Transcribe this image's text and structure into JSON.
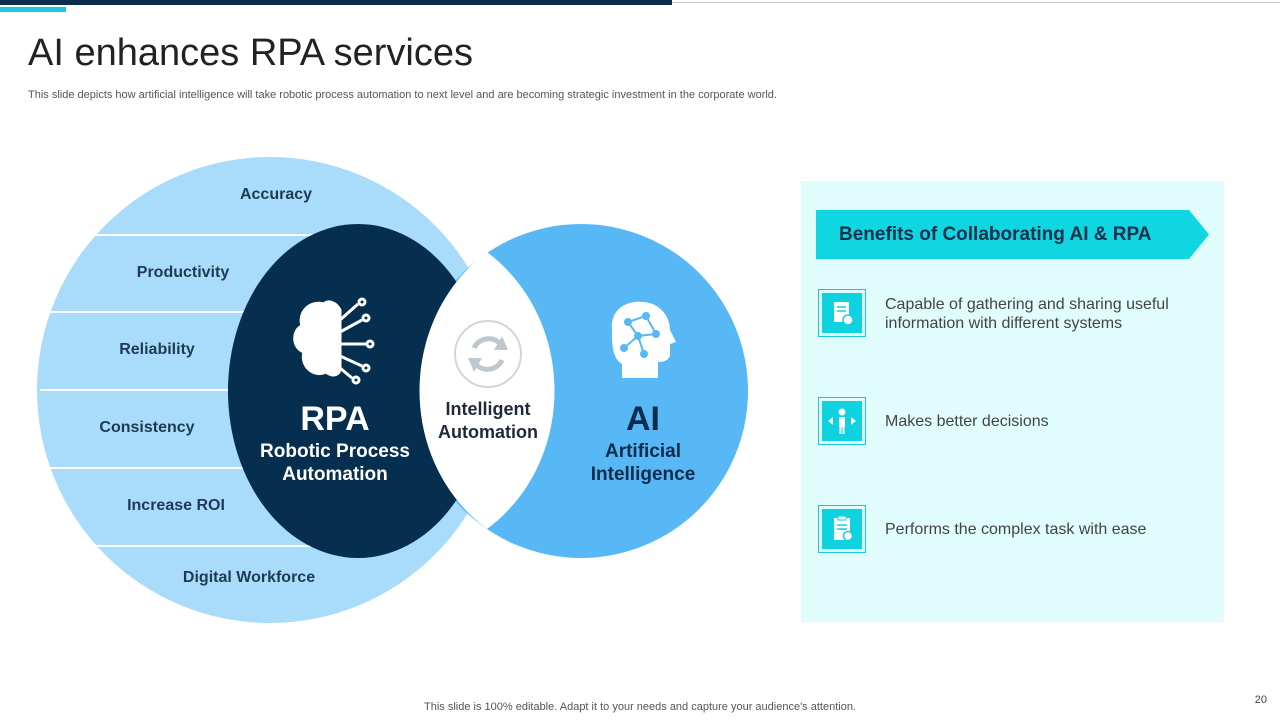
{
  "header": {
    "title": "AI enhances RPA services",
    "subtitle": "This slide depicts how artificial intelligence will take robotic process automation to next level and are becoming strategic investment in the corporate world."
  },
  "diagram": {
    "outer_items": [
      "Accuracy",
      "Productivity",
      "Reliability",
      "Consistency",
      "Increase ROI",
      "Digital Workforce"
    ],
    "rpa": {
      "abbr": "RPA",
      "line1": "Robotic Process",
      "line2": "Automation",
      "icon": "brain-circuit-icon"
    },
    "ai": {
      "abbr": "AI",
      "line1": "Artificial",
      "line2": "Intelligence",
      "icon": "ai-head-icon"
    },
    "center": {
      "line1": "Intelligent",
      "line2": "Automation",
      "icon": "sync-icon"
    },
    "colors": {
      "outer": "#a8dcfa",
      "rpa": "#062f4f",
      "ai": "#57b8f5",
      "center": "#ffffff"
    }
  },
  "benefits": {
    "title": "Benefits of Collaborating AI & RPA",
    "items": [
      {
        "text": "Capable of gathering and sharing useful information with different systems",
        "icon": "document-gear-icon"
      },
      {
        "text": "Makes better decisions",
        "icon": "decision-person-icon"
      },
      {
        "text": "Performs the complex task with ease",
        "icon": "clipboard-check-icon"
      }
    ],
    "colors": {
      "panel": "#e0fcfc",
      "banner": "#0fd6e0"
    }
  },
  "footer": {
    "note": "This slide is 100% editable. Adapt it to your needs and capture your audience's attention.",
    "page": "20"
  }
}
